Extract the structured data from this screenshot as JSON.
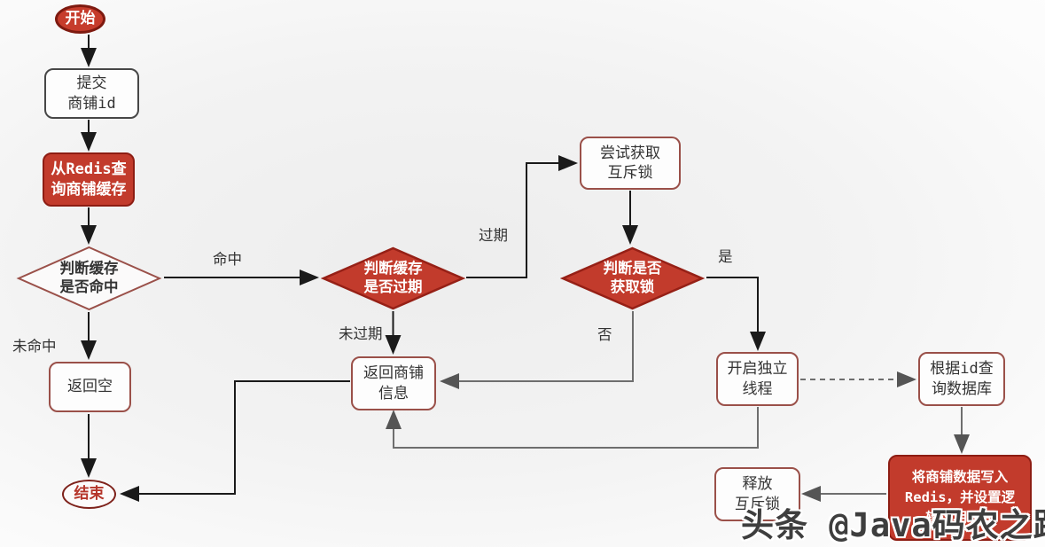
{
  "nodes": {
    "start": {
      "label": "开始"
    },
    "submit_shop_id": {
      "lines": [
        "提交",
        "商铺id"
      ]
    },
    "query_redis_cache": {
      "lines": [
        "从Redis查",
        "询商铺缓存"
      ]
    },
    "cache_hit_check": {
      "lines": [
        "判断缓存",
        "是否命中"
      ]
    },
    "return_empty": {
      "label": "返回空"
    },
    "end": {
      "label": "结束"
    },
    "cache_expired_check": {
      "lines": [
        "判断缓存",
        "是否过期"
      ]
    },
    "return_shop_info": {
      "lines": [
        "返回商铺",
        "信息"
      ]
    },
    "try_get_mutex": {
      "lines": [
        "尝试获取",
        "互斥锁"
      ]
    },
    "got_lock_check": {
      "lines": [
        "判断是否",
        "获取锁"
      ]
    },
    "open_thread": {
      "lines": [
        "开启独立",
        "线程"
      ]
    },
    "query_db_by_id": {
      "lines": [
        "根据id查",
        "询数据库"
      ]
    },
    "write_redis": {
      "lines": [
        "将商铺数据写入",
        "Redis，并设置逻",
        "辑过期时间"
      ]
    },
    "release_mutex": {
      "lines": [
        "释放",
        "互斥锁"
      ]
    }
  },
  "edge_labels": {
    "hit": "命中",
    "miss": "未命中",
    "expired": "过期",
    "not_expired": "未过期",
    "yes": "是",
    "no": "否"
  },
  "watermark": "头条 @Java码农之路",
  "colors": {
    "node_red_fill": "#c23b2c",
    "node_red_border": "#8d1d13",
    "white_box_border": "#9a5049",
    "end_border": "#7e221b",
    "end_text": "#b5352a",
    "edge_black": "#1a1a1a",
    "edge_gray": "#777777"
  }
}
